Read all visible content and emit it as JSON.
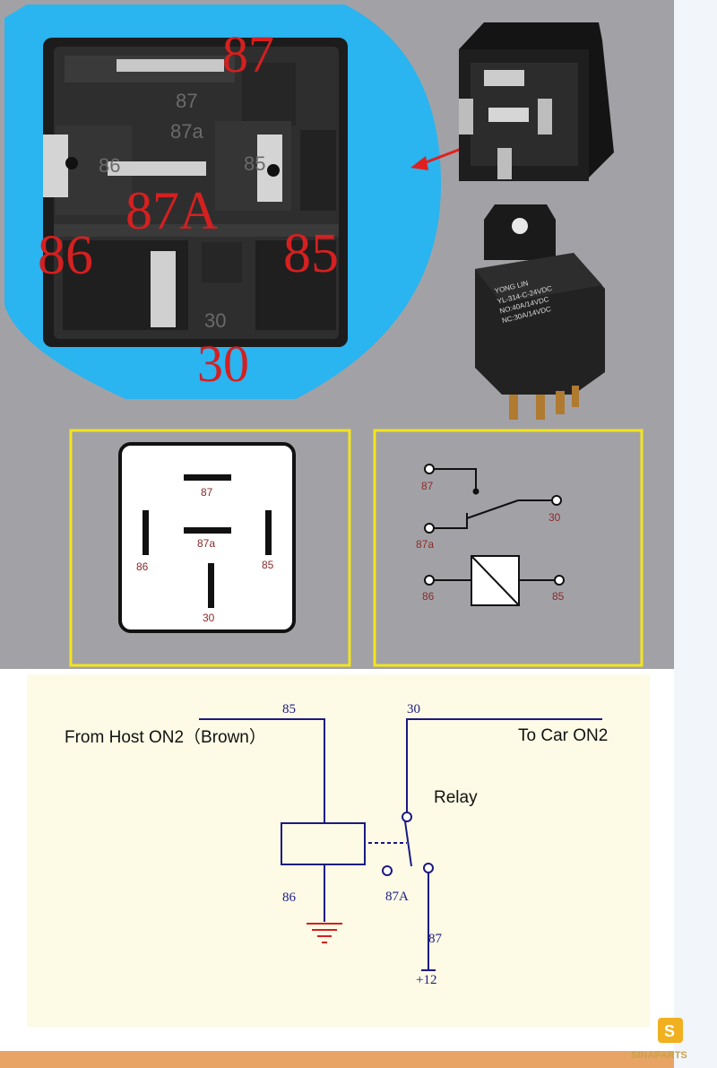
{
  "photo": {
    "pins": {
      "p87": "87",
      "p87a": "87A",
      "p86": "86",
      "p85": "85",
      "p30": "30"
    },
    "molded": {
      "m87": "87",
      "m87a": "87a",
      "m86": "86",
      "m85": "85",
      "m30": "30"
    },
    "relay_print": [
      "YONG LIN",
      "YL-314-C-24VDC",
      "NO:40A/14VDC",
      "NC:30A/14VDC"
    ]
  },
  "pinout": {
    "p87": "87",
    "p87a": "87a",
    "p86": "86",
    "p85": "85",
    "p30": "30"
  },
  "symbol": {
    "p87": "87",
    "p87a": "87a",
    "p30": "30",
    "p86": "86",
    "p85": "85"
  },
  "schematic": {
    "from_host": "From Host ON2（Brown）",
    "to_car": "To Car ON2",
    "relay": "Relay",
    "p85": "85",
    "p30": "30",
    "p86": "86",
    "p87a": "87A",
    "p87": "87",
    "supply": "+12"
  },
  "watermark": {
    "brand": "SINAPARTS",
    "logo_letter": "S"
  },
  "colors": {
    "highlight": "#2ab4f0",
    "frame": "#f3e41e",
    "schematic_bg": "#fdfbe6",
    "wire": "#1a1a80",
    "ground": "#d42020"
  }
}
